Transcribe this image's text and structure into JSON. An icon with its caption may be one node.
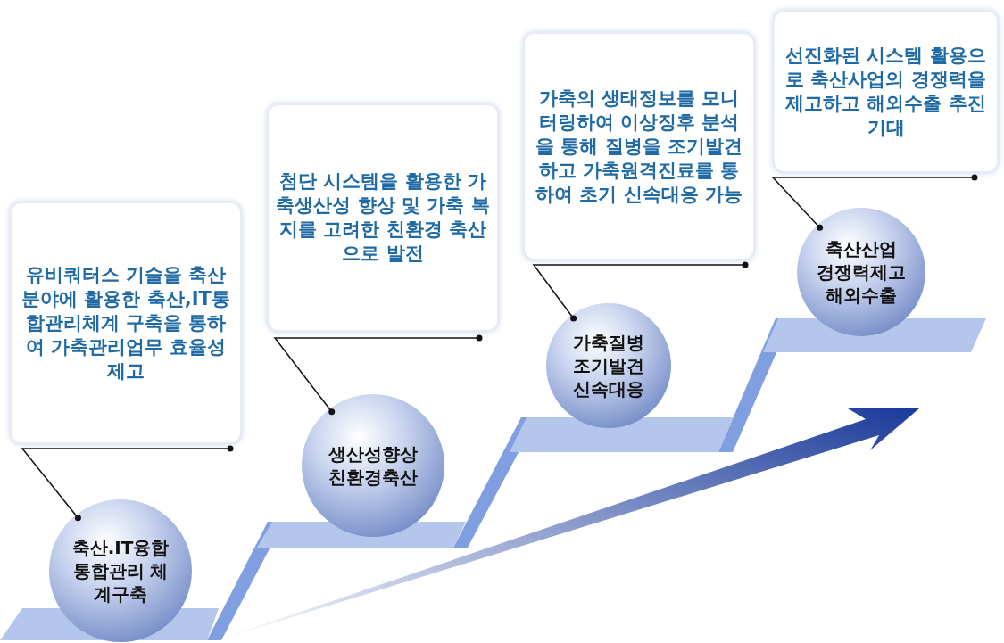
{
  "diagram": {
    "nodes": [
      {
        "text": [
          "유비쿼터스 기술을 축산분야에 활용한 축산,IT통합관리체계 구축을 통하여 가축관리업무 효율성 제고"
        ]
      },
      {
        "text": [
          "첨단 시스템을 활용한 가축생산성 향상 및 가축 복지를 고려한 친환경 축산으로 발전"
        ]
      },
      {
        "text": [
          "가축의 생태정보를 모니터링하여 이상징후 분석을 통해 질병을 조기발견하고 가축원격진료를 통하여 초기 신속대응 가능"
        ]
      },
      {
        "text": [
          "선진화된 시스템 활용으로 축산사업의 경쟁력을 제고하고 해외수출 추진기대"
        ]
      },
      {
        "text": [
          "축산.IT융합 통합관리 체계구축"
        ]
      },
      {
        "text": [
          "생산성향상 친환경축산"
        ]
      },
      {
        "text": [
          "가축질병 조기발견 신속대응"
        ]
      },
      {
        "text": [
          "축산산업 경쟁력제고 해외수출"
        ]
      }
    ],
    "edges": [
      {
        "from": 0,
        "to": 4,
        "arrow": "other"
      },
      {
        "from": 1,
        "to": 5,
        "arrow": "other"
      },
      {
        "from": 2,
        "to": 6,
        "arrow": "other"
      },
      {
        "from": 3,
        "to": 7,
        "arrow": "other"
      }
    ]
  }
}
